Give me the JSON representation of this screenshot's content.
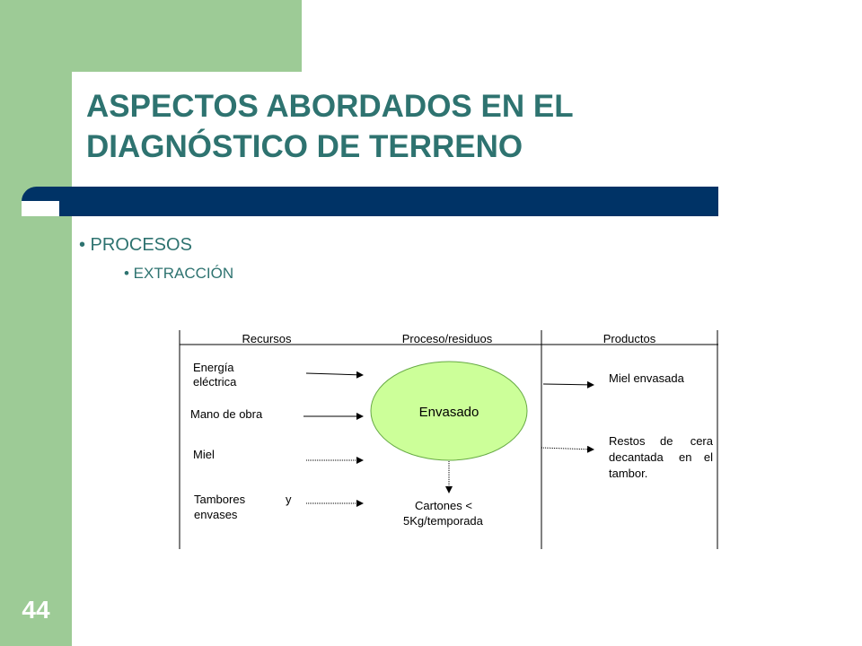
{
  "slide": {
    "title_line1": "ASPECTOS ABORDADOS EN EL",
    "title_line2": "DIAGNÓSTICO DE TERRENO",
    "bullet_level1": "• PROCESOS",
    "bullet_level2": "• EXTRACCIÓN",
    "page_number": "44"
  },
  "diagram": {
    "headers": {
      "recursos": "Recursos",
      "proceso": "Proceso/residuos",
      "productos": "Productos"
    },
    "process_name": "Envasado",
    "inputs": {
      "energia_line1": "Energía",
      "energia_line2": "eléctrica",
      "mano_obra": "Mano de obra",
      "miel": "Miel",
      "tambores_line1": "Tambores",
      "tambores_y": "y",
      "tambores_line2": "envases"
    },
    "residue_line1": "Cartones <",
    "residue_line2": "5Kg/temporada",
    "outputs": {
      "miel_envasada": "Miel envasada",
      "restos_w1": "Restos",
      "restos_w2": "de",
      "restos_w3": "cera",
      "restos_line2_w1": "decantada",
      "restos_line2_w2": "en",
      "restos_line2_w3": "el",
      "restos_line3": "tambor."
    }
  },
  "colors": {
    "green": "#9dcb96",
    "navy": "#003366",
    "teal_text": "#2e7370",
    "ellipse": "#ccff99"
  }
}
